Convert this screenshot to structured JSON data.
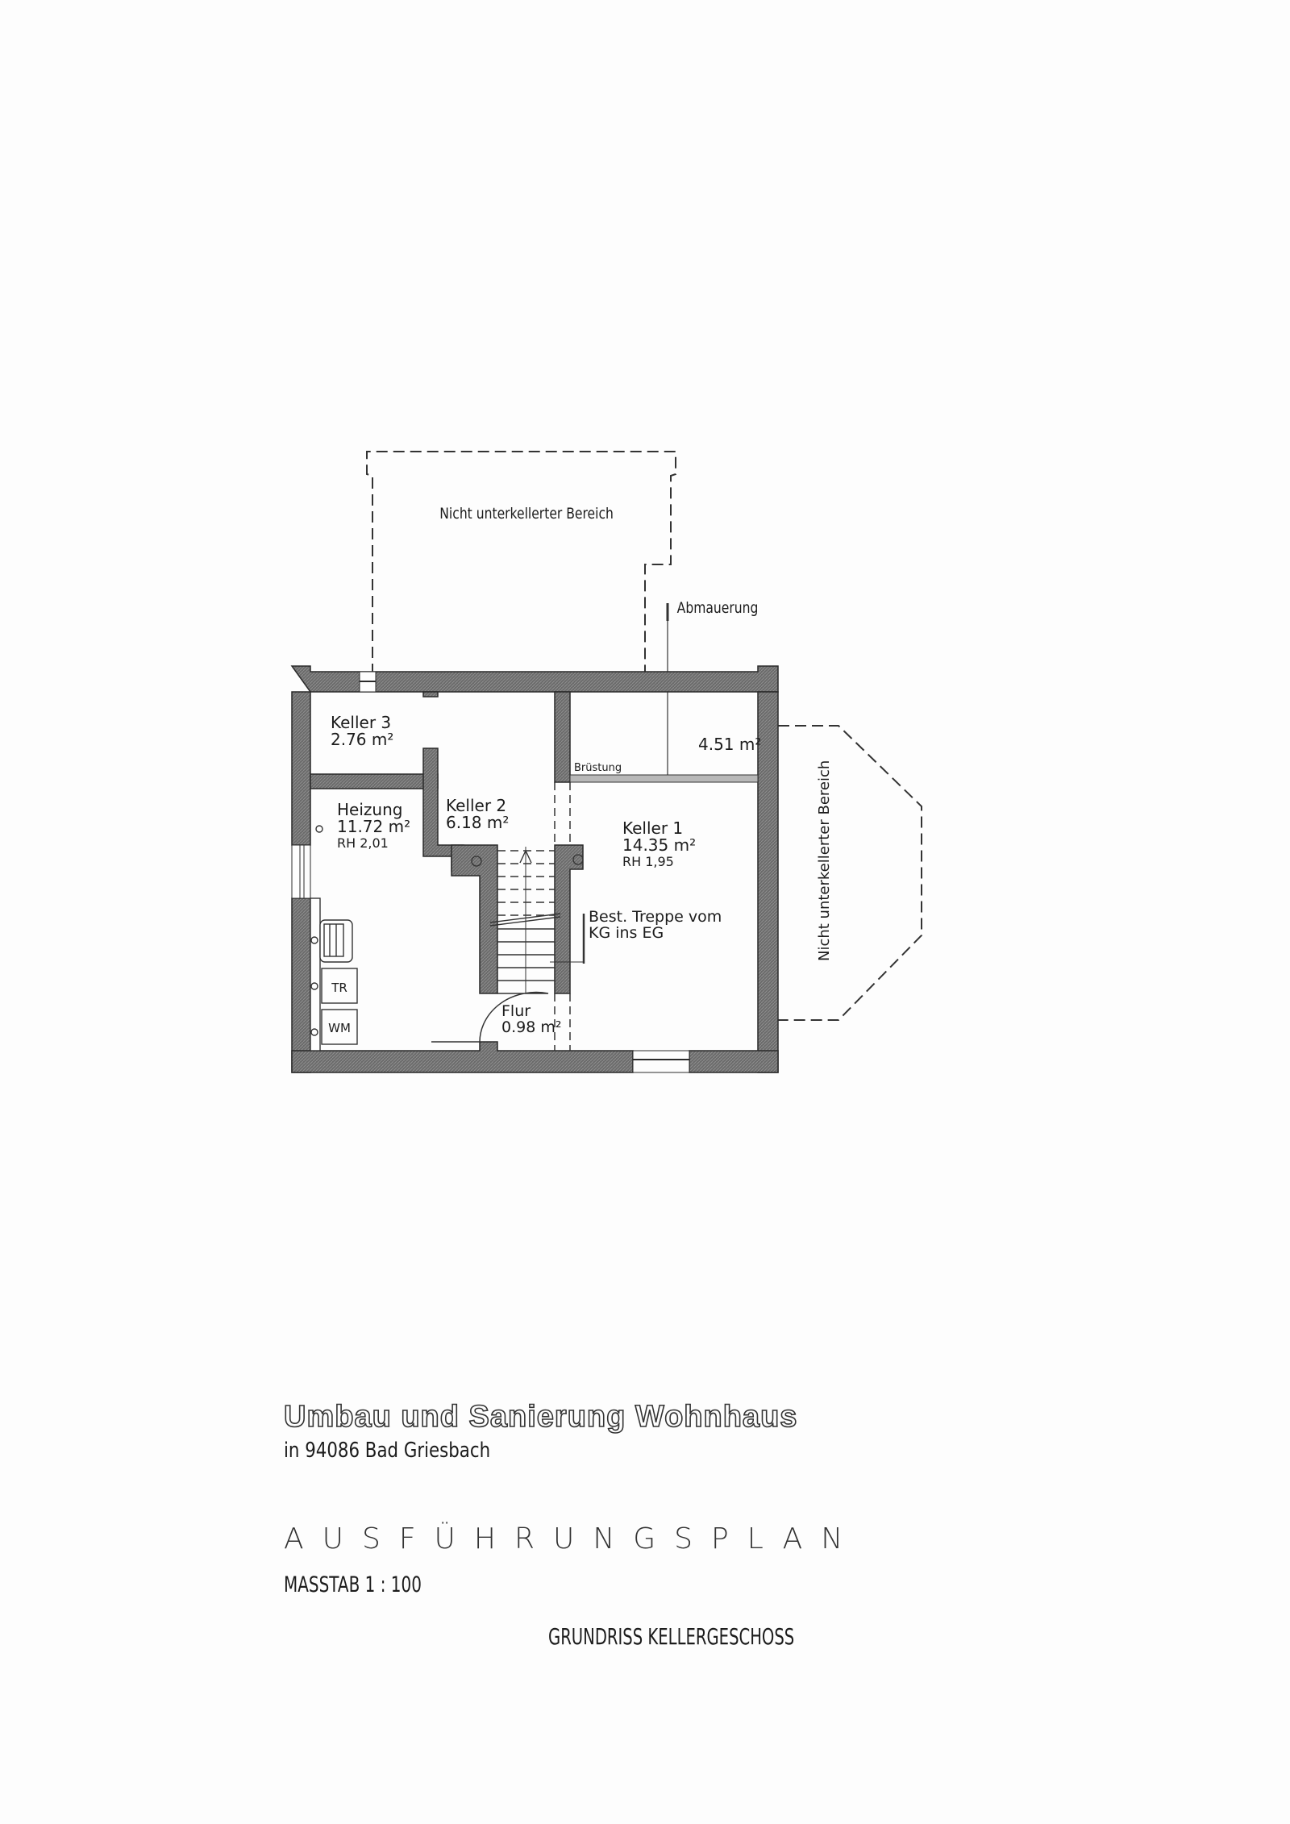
{
  "plan": {
    "non_basement_top": "Nicht unterkellerter Bereich",
    "non_basement_right": "Nicht unterkellerter Bereich",
    "abmauerung": "Abmauerung",
    "bruestung": "Brüstung",
    "stair_note_line1": "Best. Treppe vom",
    "stair_note_line2": "KG ins EG",
    "rooms": [
      {
        "name": "Keller 3",
        "area": "2.76 m²",
        "rh": ""
      },
      {
        "name": "Heizung",
        "area": "11.72 m²",
        "rh": "RH 2,01"
      },
      {
        "name": "Keller 2",
        "area": "6.18 m²",
        "rh": ""
      },
      {
        "name": "Keller 1",
        "area": "14.35 m²",
        "rh": "RH 1,95"
      },
      {
        "name": "",
        "area": "4.51 m²",
        "rh": ""
      },
      {
        "name": "Flur",
        "area": "0.98 m²",
        "rh": ""
      }
    ],
    "appliances": {
      "dryer": "TR",
      "washer": "WM"
    }
  },
  "title_block": {
    "project_title": "Umbau und Sanierung Wohnhaus",
    "location": "in 94086 Bad Griesbach",
    "plan_type": "AUSFÜHRUNGSPLAN",
    "scale": "MASSTAB 1 : 100",
    "sheet_title": "GRUNDRISS KELLERGESCHOSS"
  }
}
